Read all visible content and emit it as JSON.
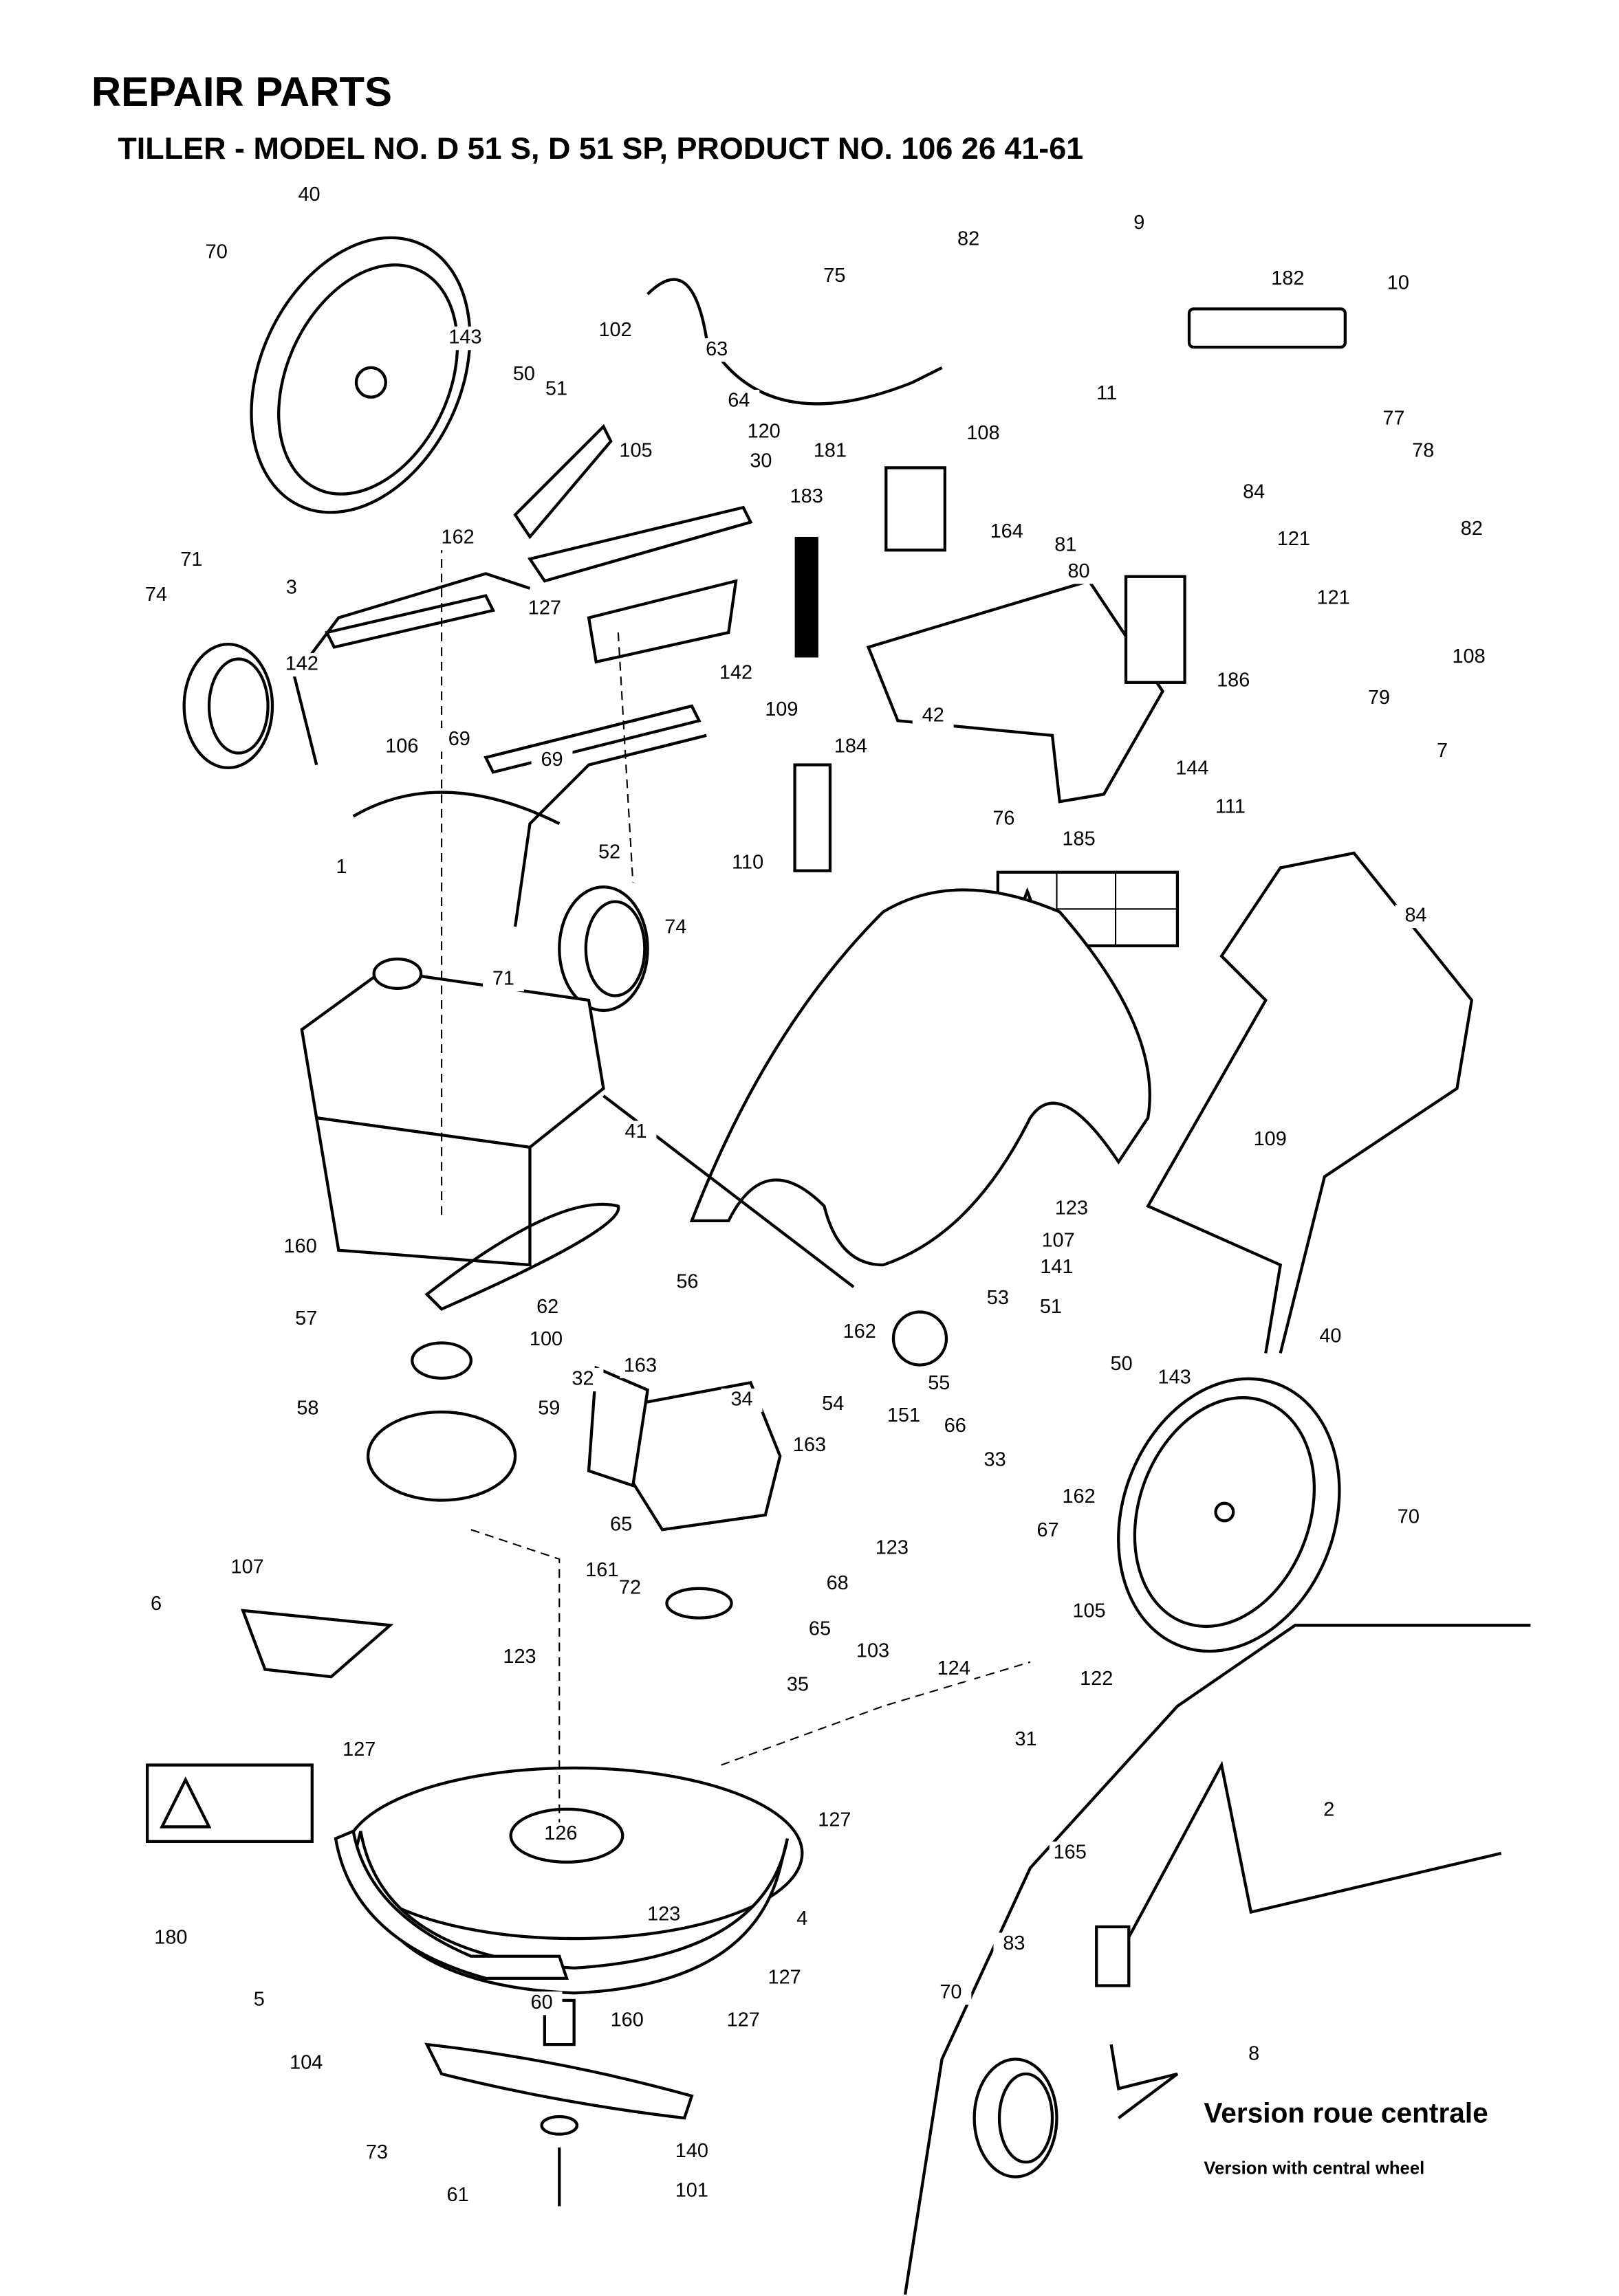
{
  "header": {
    "title": "REPAIR PARTS",
    "subtitle": "TILLER - MODEL NO. D 51 S, D 51 SP, PRODUCT NO. 106 26 41-61"
  },
  "inset": {
    "caption_fr": "Version roue centrale",
    "caption_en": "Version with central wheel"
  },
  "callouts": [
    "40",
    "70",
    "143",
    "50",
    "51",
    "102",
    "63",
    "75",
    "82",
    "9",
    "182",
    "10",
    "105",
    "64",
    "120",
    "30",
    "108",
    "11",
    "181",
    "183",
    "77",
    "78",
    "84",
    "81",
    "80",
    "121",
    "82",
    "162",
    "71",
    "74",
    "3",
    "142",
    "127",
    "164",
    "121",
    "108",
    "186",
    "79",
    "142",
    "106",
    "69",
    "69",
    "109",
    "42",
    "184",
    "7",
    "144",
    "111",
    "110",
    "52",
    "1",
    "76",
    "185",
    "84",
    "71",
    "74",
    "41",
    "109",
    "123",
    "107",
    "141",
    "160",
    "56",
    "62",
    "53",
    "40",
    "57",
    "100",
    "162",
    "51",
    "50",
    "143",
    "163",
    "32",
    "34",
    "55",
    "58",
    "59",
    "54",
    "151",
    "66",
    "163",
    "33",
    "162",
    "65",
    "67",
    "123",
    "70",
    "161",
    "68",
    "72",
    "65",
    "107",
    "6",
    "105",
    "103",
    "124",
    "122",
    "35",
    "123",
    "31",
    "127",
    "127",
    "126",
    "180",
    "123",
    "4",
    "5",
    "127",
    "2",
    "165",
    "70",
    "83",
    "60",
    "160",
    "127",
    "104",
    "8",
    "73",
    "140",
    "61",
    "101"
  ],
  "colors": {
    "ink": "#000000",
    "paper": "#ffffff"
  }
}
